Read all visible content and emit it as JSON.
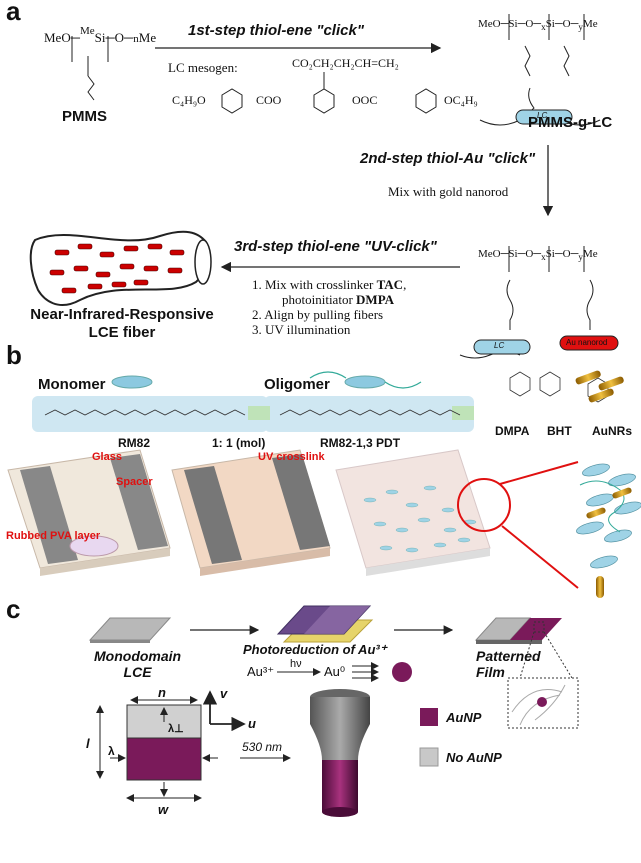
{
  "panel_a": {
    "label": "a",
    "step1": "1st-step thiol-ene \"click\"",
    "lc_mesogen": "LC mesogen:",
    "mesogen_left": "C₄H₉O",
    "mesogen_coo": "COO",
    "mesogen_ooc": "OOC",
    "mesogen_right": "OC₄H₉",
    "mesogen_top": "CO₂CH₂CH₂CH=CH₂",
    "pmms": "PMMS",
    "pmms_g_lc": "PMMS-g-LC",
    "step2": "2nd-step thiol-Au \"click\"",
    "mix_gold": "Mix with gold nanorod",
    "step3": "3rd-step thiol-ene \"UV-click\"",
    "instr1a": "1. Mix with crosslinker ",
    "instr1b": "TAC",
    "instr1c": ",",
    "instr1d": "photoinitiator ",
    "instr1e": "DMPA",
    "instr2": "2. Align by pulling fibers",
    "instr3": "3. UV illumination",
    "fiber_line1": "Near-Infrared-Responsive",
    "fiber_line2": "LCE fiber",
    "lc_tag": "LC",
    "au_tag": "Au nanorod"
  },
  "panel_b": {
    "label": "b",
    "monomer": "Monomer",
    "oligomer": "Oligomer",
    "rm82": "RM82",
    "ratio": "1: 1 (mol)",
    "rm82_pdt": "RM82-1,3 PDT",
    "dmpa": "DMPA",
    "bht": "BHT",
    "aunrs": "AuNRs",
    "glass": "Glass",
    "spacer": "Spacer",
    "pva": "Rubbed PVA layer",
    "uv": "UV crosslink"
  },
  "panel_c": {
    "label": "c",
    "monodomain1": "Monodomain",
    "monodomain2": "LCE",
    "photoreduction": "Photoreduction of Au³⁺",
    "au3": "Au³⁺",
    "hv": "hν",
    "au0": "Au⁰",
    "patterned1": "Patterned",
    "patterned2": "Film",
    "n": "n",
    "v": "v",
    "u": "u",
    "l": "l",
    "lambda": "λ",
    "lambda_perp": "λ⊥",
    "w": "w",
    "nm530": "530 nm",
    "aunp": "AuNP",
    "no_aunp": "No AuNP"
  },
  "colors": {
    "lc_blue": "#9fd3e6",
    "au_red": "#e01010",
    "aunp_purple": "#7a1a5a",
    "gray": "#c8c8c8"
  }
}
